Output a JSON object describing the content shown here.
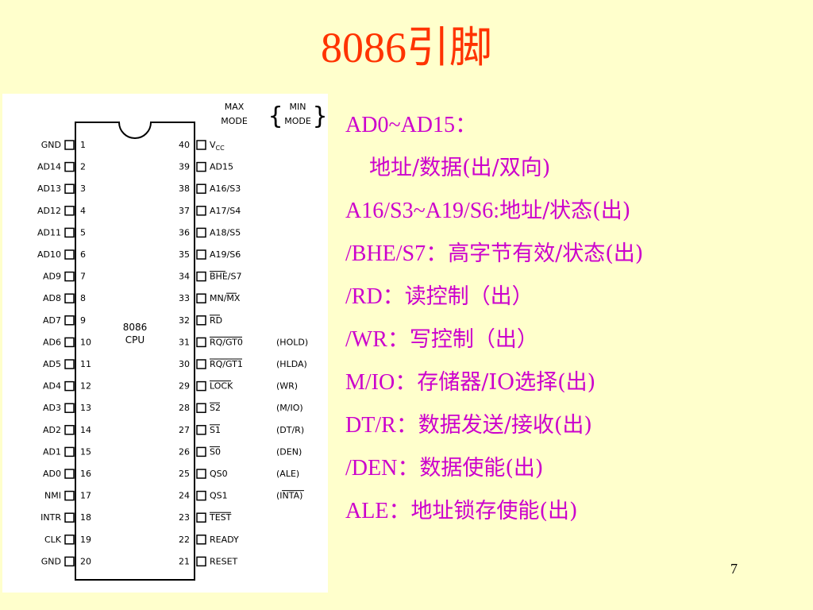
{
  "title": "8086引脚",
  "page_number": "7",
  "chip": {
    "label_line1": "8086",
    "label_line2": "CPU",
    "max_mode_line1": "MAX",
    "max_mode_line2": "MODE",
    "min_mode_line1": "MIN",
    "min_mode_line2": "MODE",
    "left_pins": [
      {
        "num": "1",
        "name": "GND"
      },
      {
        "num": "2",
        "name": "AD14"
      },
      {
        "num": "3",
        "name": "AD13"
      },
      {
        "num": "4",
        "name": "AD12"
      },
      {
        "num": "5",
        "name": "AD11"
      },
      {
        "num": "6",
        "name": "AD10"
      },
      {
        "num": "7",
        "name": "AD9"
      },
      {
        "num": "8",
        "name": "AD8"
      },
      {
        "num": "9",
        "name": "AD7"
      },
      {
        "num": "10",
        "name": "AD6"
      },
      {
        "num": "11",
        "name": "AD5"
      },
      {
        "num": "12",
        "name": "AD4"
      },
      {
        "num": "13",
        "name": "AD3"
      },
      {
        "num": "14",
        "name": "AD2"
      },
      {
        "num": "15",
        "name": "AD1"
      },
      {
        "num": "16",
        "name": "AD0"
      },
      {
        "num": "17",
        "name": "NMI"
      },
      {
        "num": "18",
        "name": "INTR"
      },
      {
        "num": "19",
        "name": "CLK"
      },
      {
        "num": "20",
        "name": "GND"
      }
    ],
    "right_pins": [
      {
        "num": "40",
        "name": "V",
        "sub": "CC",
        "overbar": false,
        "min": ""
      },
      {
        "num": "39",
        "name": "AD15",
        "overbar": false,
        "min": ""
      },
      {
        "num": "38",
        "name": "A16/S3",
        "overbar": false,
        "min": ""
      },
      {
        "num": "37",
        "name": "A17/S4",
        "overbar": false,
        "min": ""
      },
      {
        "num": "36",
        "name": "A18/S5",
        "overbar": false,
        "min": ""
      },
      {
        "num": "35",
        "name": "A19/S6",
        "overbar": false,
        "min": ""
      },
      {
        "num": "34",
        "name": "BHE/S7",
        "overbar": "BHE",
        "min": ""
      },
      {
        "num": "33",
        "name": "MN/MX",
        "overbar": "MX",
        "min": ""
      },
      {
        "num": "32",
        "name": "RD",
        "overbar": "RD",
        "min": ""
      },
      {
        "num": "31",
        "name": "RQ/GT0",
        "overbar": "RQ/GT0",
        "min": "(HOLD)"
      },
      {
        "num": "30",
        "name": "RQ/GT1",
        "overbar": "RQ/GT1",
        "min": "(HLDA)"
      },
      {
        "num": "29",
        "name": "LOCK",
        "overbar": "LOCK",
        "min": "(WR)"
      },
      {
        "num": "28",
        "name": "S2",
        "overbar": "S2",
        "min": "(M/IO)"
      },
      {
        "num": "27",
        "name": "S1",
        "overbar": "S1",
        "min": "(DT/R)"
      },
      {
        "num": "26",
        "name": "S0",
        "overbar": "S0",
        "min": "(DEN)"
      },
      {
        "num": "25",
        "name": "QS0",
        "overbar": false,
        "min": "(ALE)"
      },
      {
        "num": "24",
        "name": "QS1",
        "overbar": false,
        "min": "(INTA)"
      },
      {
        "num": "23",
        "name": "TEST",
        "overbar": "TEST",
        "min": ""
      },
      {
        "num": "22",
        "name": "READY",
        "overbar": false,
        "min": ""
      },
      {
        "num": "21",
        "name": "RESET",
        "overbar": false,
        "min": ""
      }
    ]
  },
  "descriptions": [
    {
      "sig": "AD0~AD15：",
      "txt": "",
      "indent": false
    },
    {
      "sig": "",
      "txt": "地址/数据(出/双向)",
      "indent": true
    },
    {
      "sig": "A16/S3~A19/S6:",
      "txt": "地址/状态(出)",
      "indent": false
    },
    {
      "sig": "/BHE/S7：",
      "txt": "高字节有效/状态(出)",
      "indent": false
    },
    {
      "sig": "/RD：",
      "txt": "读控制（出）",
      "indent": false
    },
    {
      "sig": "/WR：",
      "txt": "写控制（出）",
      "indent": false
    },
    {
      "sig": "M/IO：",
      "txt": "存储器/IO选择(出)",
      "indent": false
    },
    {
      "sig": "DT/R：",
      "txt": "数据发送/接收(出)",
      "indent": false
    },
    {
      "sig": "/DEN：",
      "txt": "数据使能(出)",
      "indent": false
    },
    {
      "sig": "ALE：",
      "txt": "地址锁存使能(出)",
      "indent": false
    }
  ]
}
